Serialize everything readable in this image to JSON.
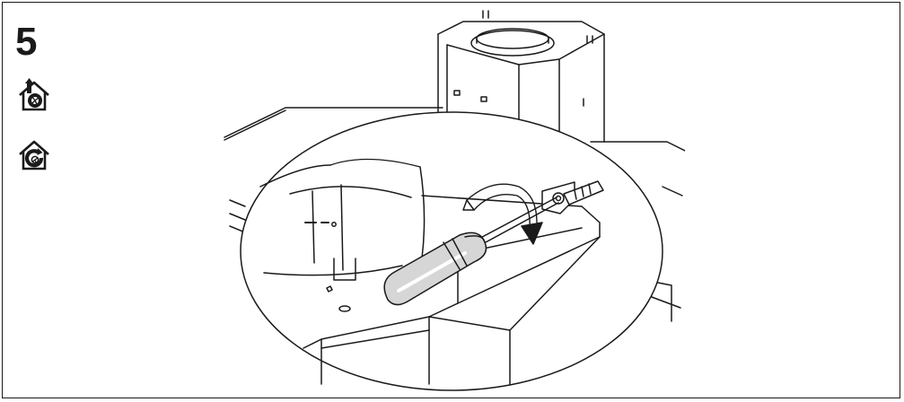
{
  "step": {
    "number": "5"
  },
  "icons": {
    "extraction": "house-ducted-extraction-icon",
    "recirculation": "house-recirculation-icon"
  },
  "illustration": {
    "subject": "hood-mounting-screw-step",
    "tool": "screwdriver"
  },
  "colors": {
    "line": "#1a1a1a",
    "fill": "#ffffff",
    "handle": "#d6d6d6",
    "shade": "#e6e6e6"
  }
}
